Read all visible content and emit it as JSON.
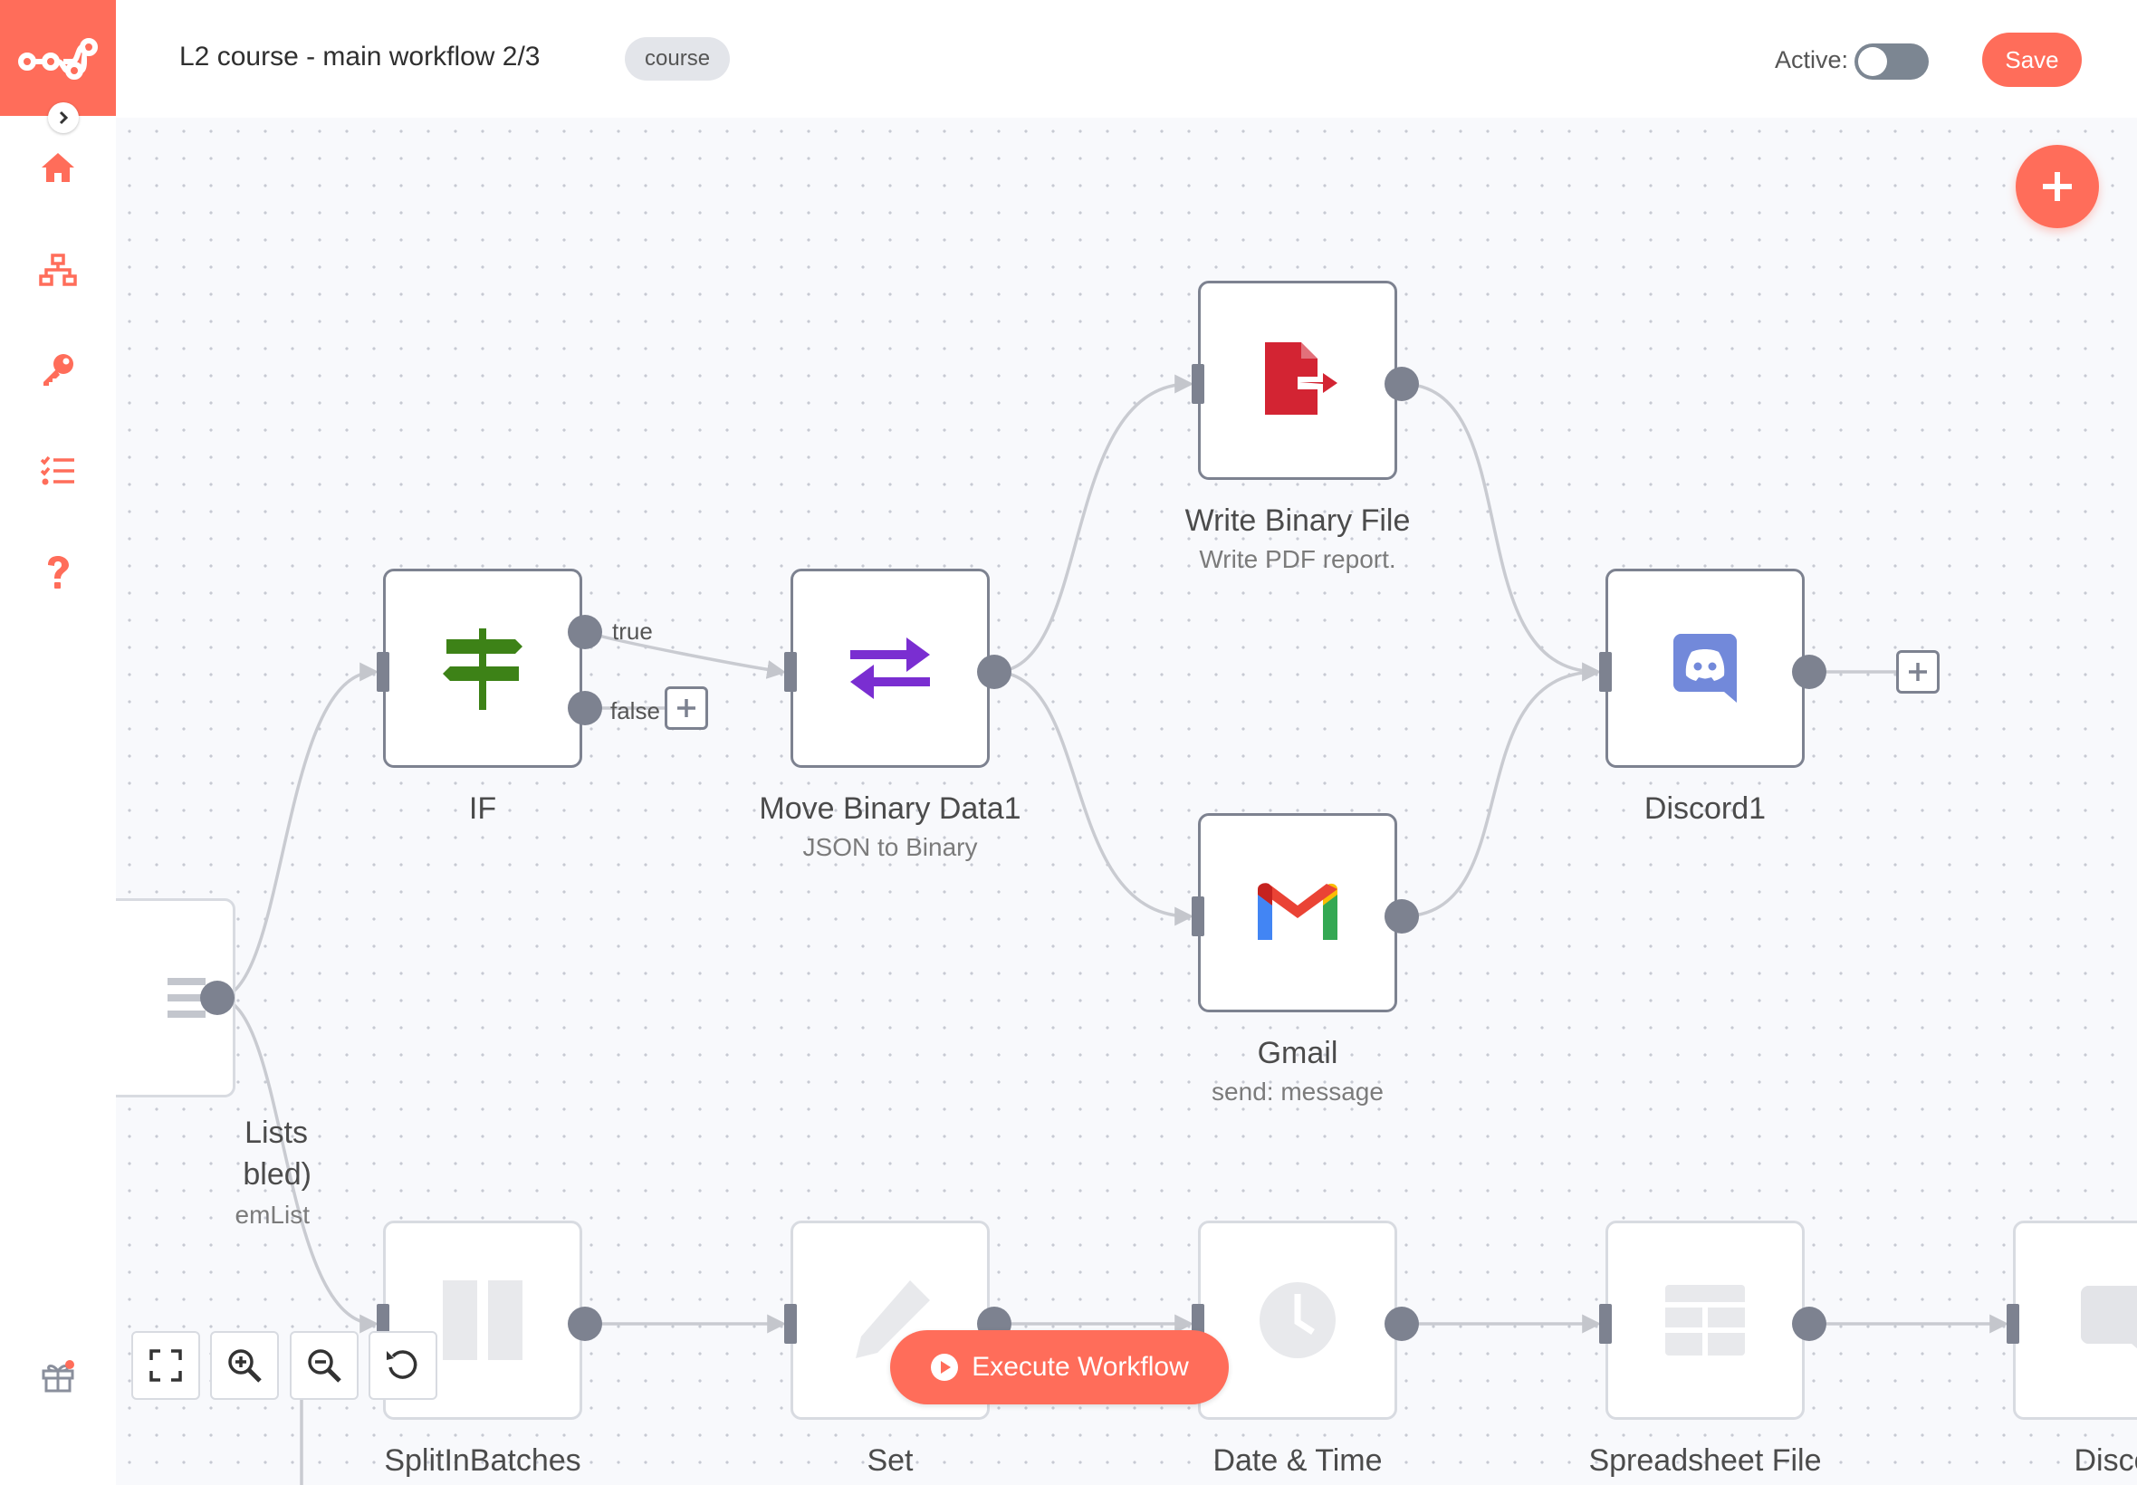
{
  "header": {
    "workflow_title": "L2 course - main workflow 2/3",
    "tag": "course",
    "active_label": "Active:",
    "active": false,
    "save_label": "Save"
  },
  "sidebar": {
    "logo": "n8n-logo-icon",
    "items": [
      {
        "icon": "home-icon"
      },
      {
        "icon": "workflows-network-icon"
      },
      {
        "icon": "key-credentials-icon"
      },
      {
        "icon": "executions-list-icon"
      },
      {
        "icon": "help-question-icon"
      }
    ],
    "bottom_icon": "gift-icon"
  },
  "nodes": {
    "list_partial": {
      "title_line1": "Lists",
      "title_line2": "bled)",
      "subtitle": "emList"
    },
    "if": {
      "title": "IF",
      "out_true": "true",
      "out_false": "false"
    },
    "move_binary": {
      "title": "Move Binary Data1",
      "subtitle": "JSON to Binary"
    },
    "write_binary": {
      "title": "Write Binary File",
      "subtitle": "Write PDF report."
    },
    "gmail": {
      "title": "Gmail",
      "subtitle": "send: message"
    },
    "discord": {
      "title": "Discord1"
    },
    "split_batches": {
      "title": "SplitInBatches"
    },
    "set": {
      "title": "Set"
    },
    "date_time": {
      "title": "Date & Time"
    },
    "spreadsheet": {
      "title": "Spreadsheet File"
    },
    "discord_partial": {
      "title": "Disco"
    }
  },
  "controls": {
    "execute_label": "Execute Workflow"
  },
  "colors": {
    "accent": "#ff6d5a",
    "node_border": "#7d8290",
    "canvas_bg": "#f8f9fc"
  }
}
